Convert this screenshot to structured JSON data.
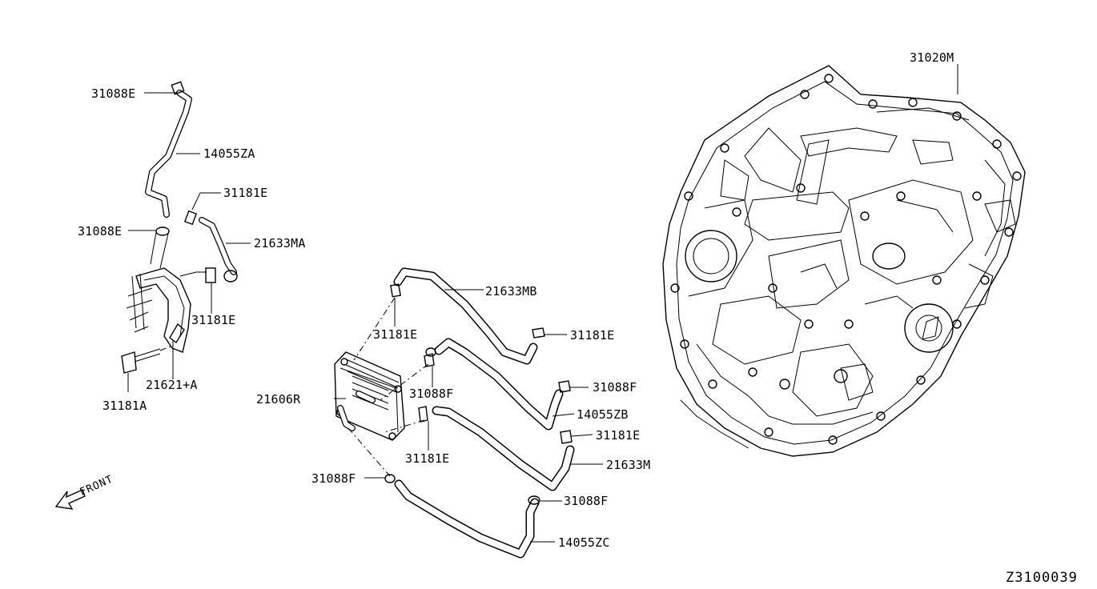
{
  "labels": {
    "p31020M": "31020M",
    "p31088E_top": "31088E",
    "p14055ZA": "14055ZA",
    "p31181E_a": "31181E",
    "p31088E_mid": "31088E",
    "p21633MA": "21633MA",
    "p31181E_b": "31181E",
    "p21621A": "21621+A",
    "p31181A": "31181A",
    "p21633MB": "21633MB",
    "p31181E_c": "31181E",
    "p31181E_d": "31181E",
    "p31088F_a": "31088F",
    "p31088F_b": "31088F",
    "p21606R": "21606R",
    "p14055ZB": "14055ZB",
    "p31181E_e": "31181E",
    "p31181E_f": "31181E",
    "p21633M": "21633M",
    "p31088F_c": "31088F",
    "p31088F_d": "31088F",
    "p14055ZC": "14055ZC"
  },
  "front_label": "FRONT",
  "diagram_id": "Z3100039"
}
